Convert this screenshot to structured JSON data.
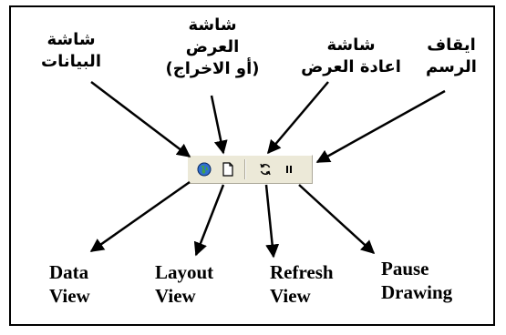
{
  "top_labels_ar": [
    {
      "line1": "شاشة",
      "line2": "البيانات"
    },
    {
      "line1": "شاشة",
      "line2": "العرض",
      "line3": "(أو الاخراج)"
    },
    {
      "line1": "شاشة",
      "line2": "اعادة العرض"
    },
    {
      "line1": "ايقاف",
      "line2": "الرسم"
    }
  ],
  "toolbar": {
    "buttons": [
      {
        "icon": "globe-icon"
      },
      {
        "icon": "page-icon"
      },
      {
        "icon": "refresh-icon"
      },
      {
        "icon": "pause-icon"
      }
    ]
  },
  "bottom_labels_en": [
    {
      "line1": "Data",
      "line2": "View"
    },
    {
      "line1": "Layout",
      "line2": "View"
    },
    {
      "line1": "Refresh",
      "line2": "View"
    },
    {
      "line1": "Pause",
      "line2": "Drawing"
    }
  ]
}
